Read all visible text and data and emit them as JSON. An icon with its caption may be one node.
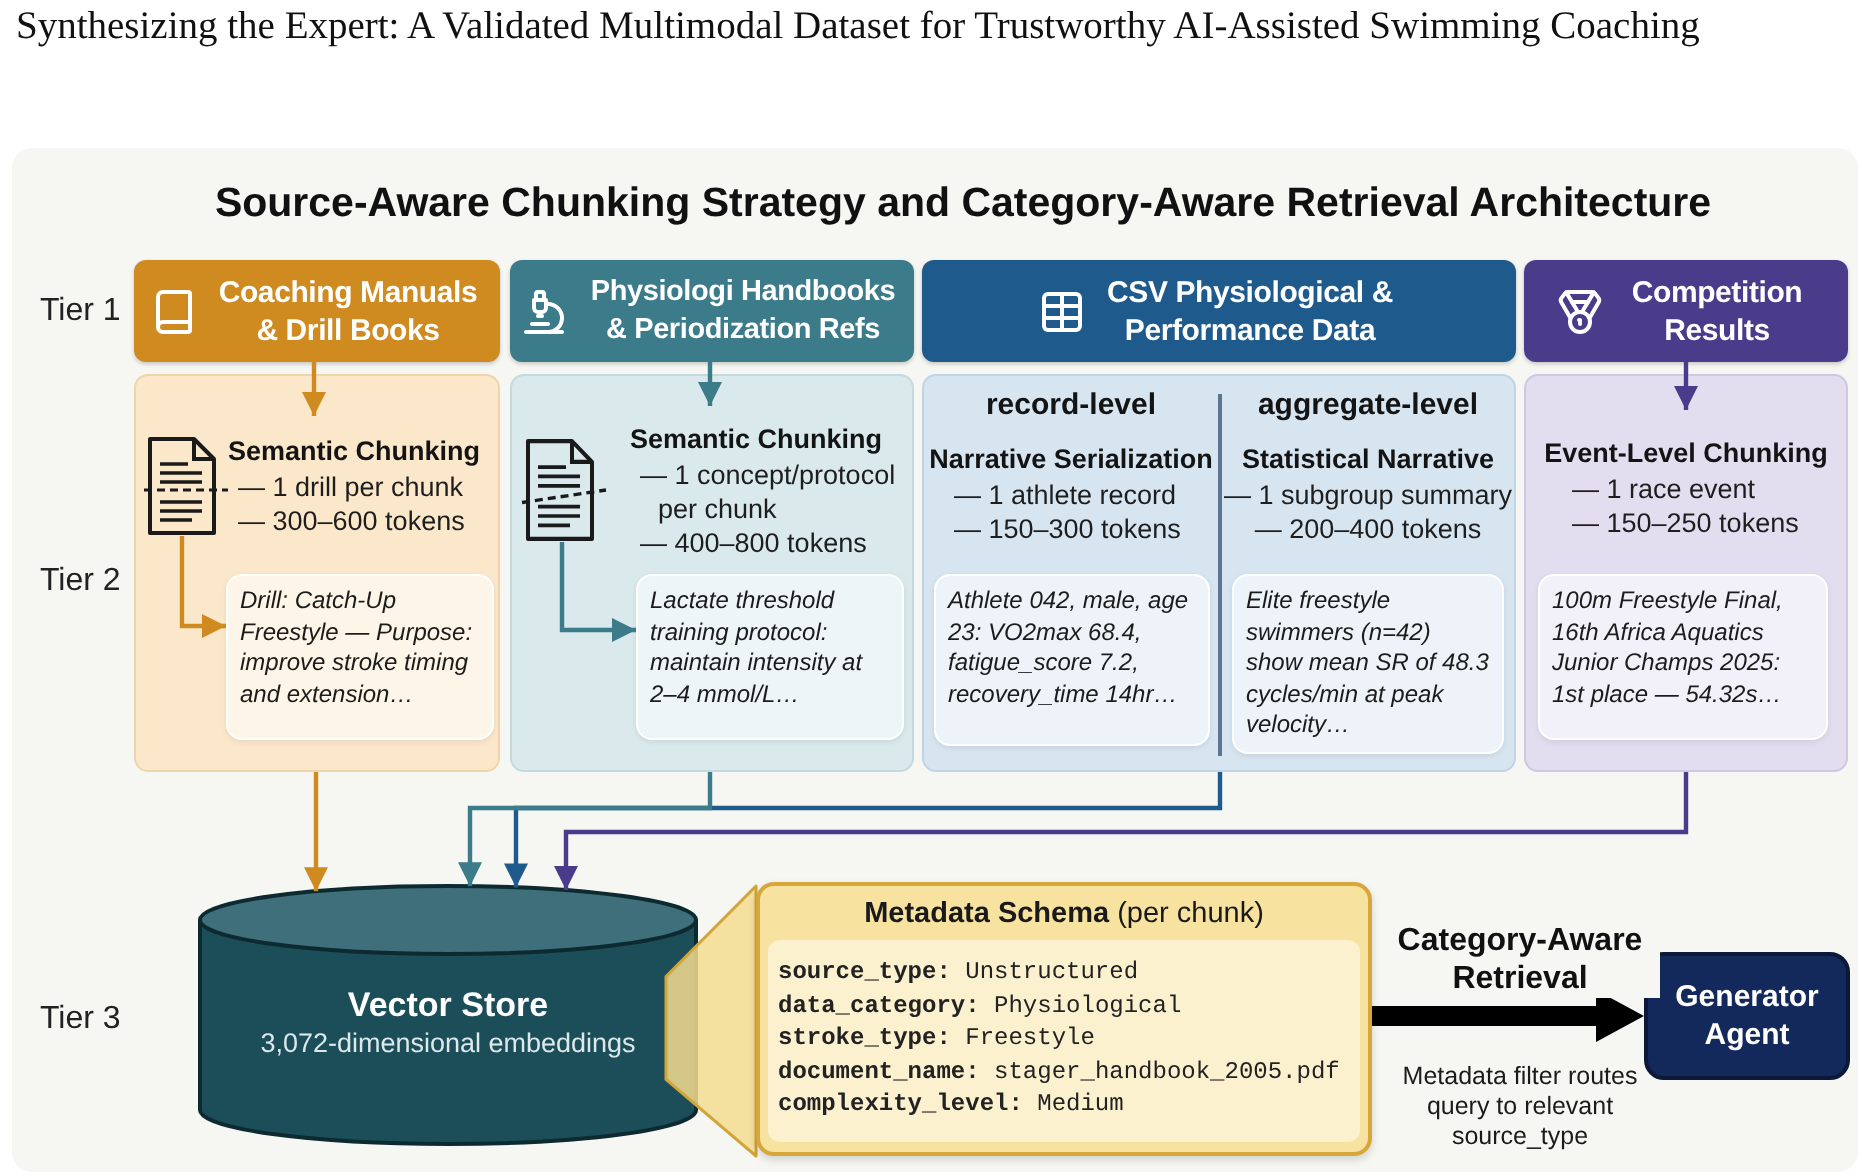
{
  "diagram": {
    "title": "Source-Aware Chunking Strategy and Category-Aware Retrieval Architecture",
    "nodes": [
      {
        "text": [
          "Coaching Manuals & Drill Books"
        ]
      },
      {
        "text": [
          "Physiologi Handbooks & Periodization Refs"
        ]
      },
      {
        "text": [
          "CSV Physiological & Performance Data"
        ]
      },
      {
        "text": [
          "Competition Results"
        ]
      },
      {
        "text": [
          "Semantic Chunking",
          "— 1 drill per chunk",
          "— 300–600 tokens"
        ]
      },
      {
        "text": [],
        "shape": "document",
        "in": 4
      },
      {
        "text": [
          "Drill: Catch-Up Freestyle — Purpose: improve stroke timing and extension…"
        ],
        "in": 4
      },
      {
        "text": [
          "Semantic Chunking",
          "— 1 concept/protocol per chunk",
          "— 400–800 tokens"
        ]
      },
      {
        "text": [],
        "shape": "document",
        "in": 7
      },
      {
        "text": [
          "Lactate threshold training protocol: maintain intensity at 2–4 mmol/L…"
        ],
        "in": 7
      },
      {
        "text": [
          "record-level",
          "Narrative Serialization",
          "— 1 athlete record",
          "— 150–300 tokens",
          "aggregate-level",
          "Statistical Narrative",
          "— 1 subgroup summary",
          "— 200–400 tokens"
        ]
      },
      {
        "text": [
          "Athlete 042, male, age 23: VO2max 68.4, fatigue_score 7.2, recovery_time 14hr…"
        ],
        "in": 10
      },
      {
        "text": [
          "Elite freestyle swimmers (n=42) show mean SR of 48.3 cycles/min at peak velocity…"
        ],
        "in": 10
      },
      {
        "text": [
          "Event-Level Chunking",
          "— 1 race event",
          "— 150–250 tokens"
        ]
      },
      {
        "text": [
          "100m Freestyle Final, 16th Africa Aquatics Junior Champs 2025: 1st place — 54.32s…"
        ],
        "in": 13
      },
      {
        "text": [
          "Vector Store",
          "3,072-dimensional embeddings"
        ]
      },
      {
        "text": [],
        "shape": "trapezoid"
      },
      {
        "text": [
          "**Metadata Schema** (per chunk)"
        ]
      },
      {
        "text": [
          "**source_type:** Unstructured",
          "**data_category:** Physiological",
          "**stroke_type:** Freestyle",
          "**document_name:** stager_handbook_2005.pdf",
          "**complexity_level:** Medium"
        ],
        "in": 17
      },
      {
        "text": [
          "Generator Agent"
        ]
      }
    ],
    "edges": [
      {
        "from": 0,
        "to": 4,
        "arrow": "to",
        "color": "#cf8a20"
      },
      {
        "from": 5,
        "to": 6,
        "arrow": "to",
        "color": "#cf8a20"
      },
      {
        "from": 1,
        "to": 7,
        "arrow": "to",
        "color": "#3b7b8a"
      },
      {
        "from": 8,
        "to": 9,
        "arrow": "to",
        "color": "#3b7b8a"
      },
      {
        "from": 3,
        "to": 13,
        "arrow": "to",
        "color": "#4a3b8b"
      },
      {
        "from": 4,
        "to": 15,
        "arrow": "to",
        "color": "#cf8a20"
      },
      {
        "from": 10,
        "to": 15,
        "arrow": "to",
        "color": "#1f5a8c"
      },
      {
        "from": 7,
        "to": 15,
        "arrow": "to",
        "color": "#3b7b8a"
      },
      {
        "from": 13,
        "to": 15,
        "arrow": "to",
        "color": "#4a3b8b"
      },
      {
        "from": 17,
        "to": 19,
        "arrow": "to",
        "label": "Category-Aware Retrieval",
        "style": "thick",
        "color": "#000000"
      }
    ],
    "labels": [
      "Synthesizing the Expert: A Validated Multimodal Dataset for Trustworthy AI-Assisted Swimming Coaching",
      "Tier 1",
      "Tier 2",
      "Tier 3",
      "Metadata filter routes query to relevant source_type"
    ]
  }
}
